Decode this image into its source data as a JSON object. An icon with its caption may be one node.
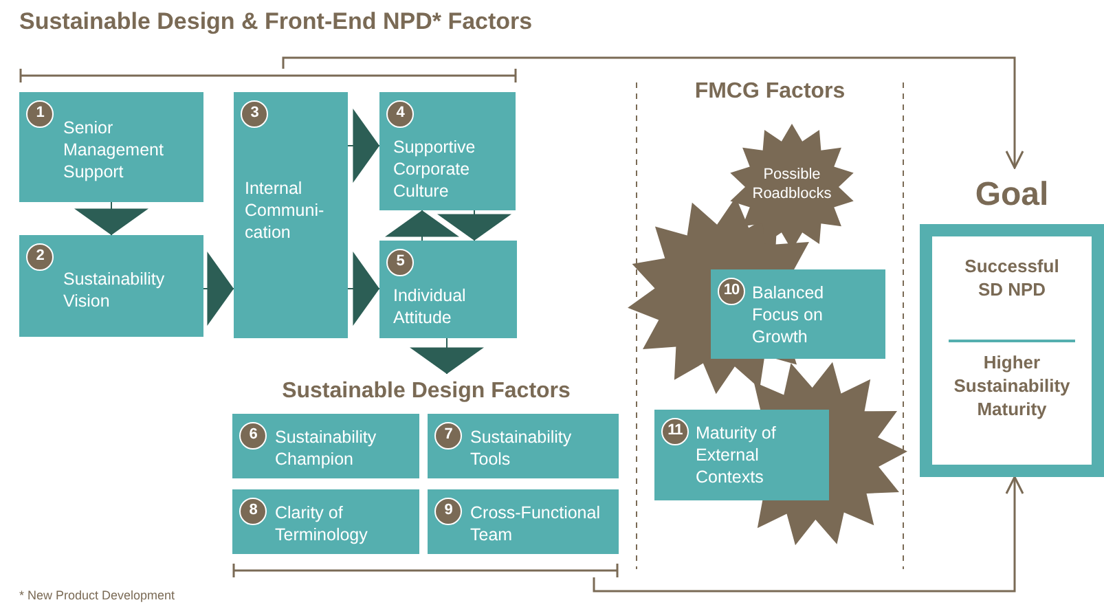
{
  "diagram": {
    "title": "Sustainable Design & Front-End NPD* Factors",
    "nodes": [
      {
        "text": [
          "1",
          "Senior Management Support"
        ]
      },
      {
        "text": [
          "2",
          "Sustainability Vision"
        ]
      },
      {
        "text": [
          "3",
          "Internal Communi-cation"
        ]
      },
      {
        "text": [
          "4",
          "Supportive Corporate Culture"
        ]
      },
      {
        "text": [
          "5",
          "Individual Attitude"
        ]
      },
      {
        "text": [
          "Sustainable Design Factors"
        ]
      },
      {
        "text": [
          "6",
          "Sustainability Champion"
        ],
        "in": 5
      },
      {
        "text": [
          "7",
          "Sustainability Tools"
        ],
        "in": 5
      },
      {
        "text": [
          "8",
          "Clarity of Terminology"
        ],
        "in": 5
      },
      {
        "text": [
          "9",
          "Cross-Functional Team"
        ],
        "in": 5
      },
      {
        "text": [
          "FMCG Factors"
        ]
      },
      {
        "text": [
          "Possible Roadblocks"
        ],
        "in": 10
      },
      {
        "text": [
          "10",
          "Balanced Focus on Growth"
        ],
        "in": 10
      },
      {
        "text": [
          "11",
          "Maturity of External Contexts"
        ],
        "in": 10
      },
      {
        "text": [
          "Successful SD NPD",
          "Higher Sustainability Maturity"
        ],
        "beside": [
          "Goal"
        ]
      },
      {
        "text": [],
        "shape": "bracket"
      },
      {
        "text": [],
        "shape": "bracket"
      }
    ],
    "edges": [
      {
        "from": 0,
        "to": 1,
        "arrow": "to"
      },
      {
        "from": 1,
        "to": 2,
        "arrow": "to"
      },
      {
        "from": 2,
        "to": 3,
        "arrow": "to"
      },
      {
        "from": 2,
        "to": 4,
        "arrow": "to"
      },
      {
        "from": 4,
        "to": 3,
        "arrow": "to"
      },
      {
        "from": 3,
        "to": 4,
        "arrow": "to"
      },
      {
        "from": 4,
        "to": 5,
        "arrow": "to"
      },
      {
        "from": 15,
        "to": 14,
        "arrow": "to"
      },
      {
        "from": 16,
        "to": 14,
        "arrow": "to"
      }
    ],
    "labels": [
      "* New Product Development"
    ]
  }
}
